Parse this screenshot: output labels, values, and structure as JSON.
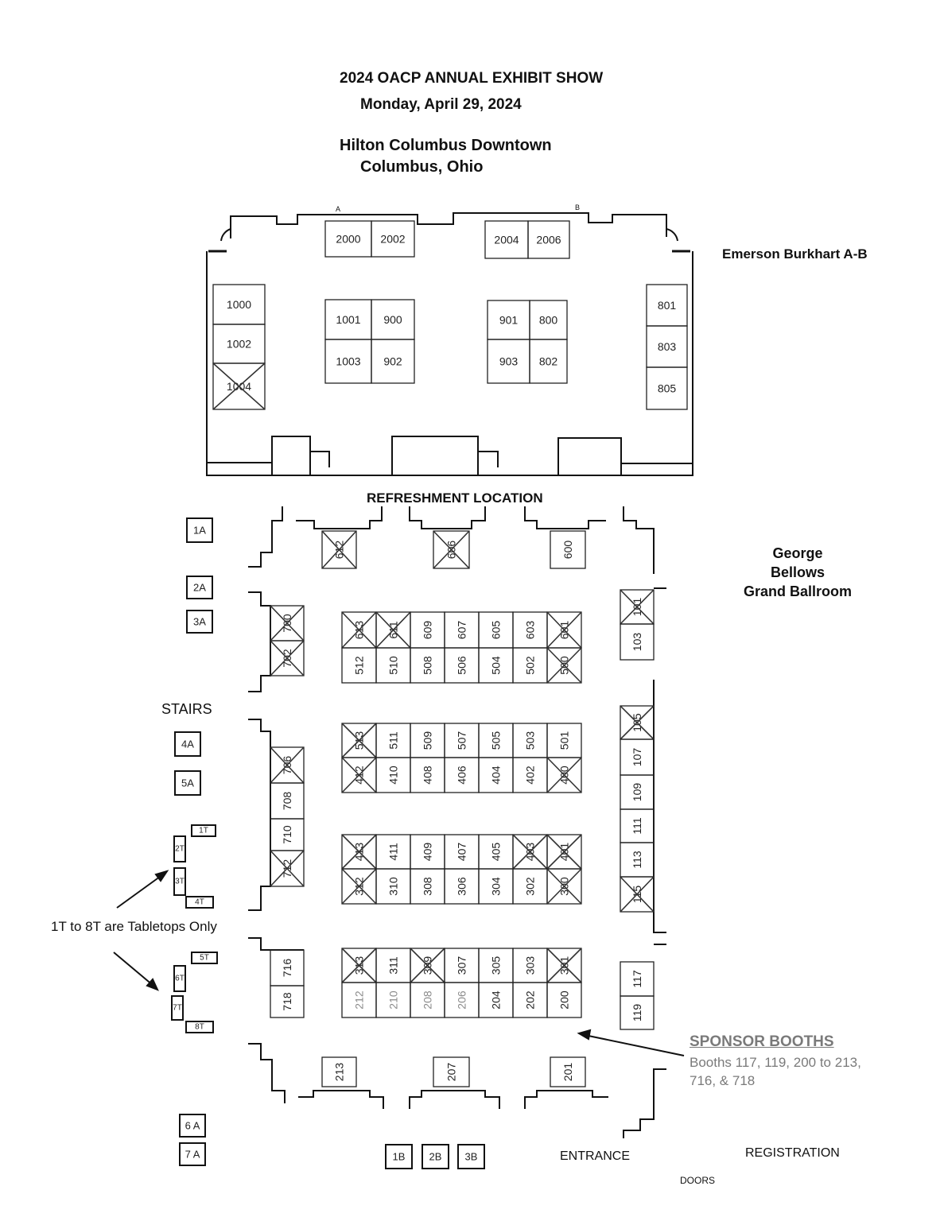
{
  "header": {
    "title": "2024 OACP ANNUAL EXHIBIT SHOW",
    "date": "Monday, April 29, 2024",
    "venue": "Hilton Columbus Downtown",
    "city": "Columbus, Ohio"
  },
  "rooms": {
    "upper": "Emerson Burkhart A-B",
    "upper_marks": [
      "A",
      "B"
    ],
    "lower_line1": "George",
    "lower_line2": "Bellows",
    "lower_line3": "Grand Ballroom",
    "refreshment": "REFRESHMENT LOCATION"
  },
  "labels": {
    "stairs": "STAIRS",
    "tabletops_note": "1T to 8T are Tabletops Only",
    "entrance": "ENTRANCE",
    "registration": "REGISTRATION",
    "doors": "DOORS"
  },
  "sponsor": {
    "title": "SPONSOR BOOTHS",
    "line1": "Booths 117, 119, 200 to 213,",
    "line2": "716, & 718",
    "color": "#7a7a7a"
  },
  "booths": [
    {
      "id": "2000"
    },
    {
      "id": "2002"
    },
    {
      "id": "2004"
    },
    {
      "id": "2006"
    },
    {
      "id": "1000"
    },
    {
      "id": "1002"
    },
    {
      "id": "1004",
      "taken": true
    },
    {
      "id": "1001"
    },
    {
      "id": "900"
    },
    {
      "id": "1003"
    },
    {
      "id": "902"
    },
    {
      "id": "901"
    },
    {
      "id": "800"
    },
    {
      "id": "903"
    },
    {
      "id": "802"
    },
    {
      "id": "801"
    },
    {
      "id": "803"
    },
    {
      "id": "805"
    },
    {
      "id": "612",
      "taken": true
    },
    {
      "id": "606",
      "taken": true
    },
    {
      "id": "600"
    },
    {
      "id": "613",
      "taken": true
    },
    {
      "id": "611",
      "taken": true
    },
    {
      "id": "609"
    },
    {
      "id": "607"
    },
    {
      "id": "605"
    },
    {
      "id": "603"
    },
    {
      "id": "601",
      "taken": true
    },
    {
      "id": "512"
    },
    {
      "id": "510"
    },
    {
      "id": "508"
    },
    {
      "id": "506"
    },
    {
      "id": "504"
    },
    {
      "id": "502"
    },
    {
      "id": "500",
      "taken": true
    },
    {
      "id": "513",
      "taken": true
    },
    {
      "id": "511"
    },
    {
      "id": "509"
    },
    {
      "id": "507"
    },
    {
      "id": "505"
    },
    {
      "id": "503"
    },
    {
      "id": "501"
    },
    {
      "id": "412",
      "taken": true
    },
    {
      "id": "410"
    },
    {
      "id": "408"
    },
    {
      "id": "406"
    },
    {
      "id": "404"
    },
    {
      "id": "402"
    },
    {
      "id": "400",
      "taken": true
    },
    {
      "id": "413",
      "taken": true
    },
    {
      "id": "411"
    },
    {
      "id": "409"
    },
    {
      "id": "407"
    },
    {
      "id": "405"
    },
    {
      "id": "403",
      "taken": true
    },
    {
      "id": "401",
      "taken": true
    },
    {
      "id": "312",
      "taken": true
    },
    {
      "id": "310"
    },
    {
      "id": "308"
    },
    {
      "id": "306"
    },
    {
      "id": "304"
    },
    {
      "id": "302"
    },
    {
      "id": "300",
      "taken": true
    },
    {
      "id": "313",
      "taken": true
    },
    {
      "id": "311"
    },
    {
      "id": "309",
      "taken": true
    },
    {
      "id": "307"
    },
    {
      "id": "305"
    },
    {
      "id": "303"
    },
    {
      "id": "301",
      "taken": true
    },
    {
      "id": "212",
      "sponsor": true
    },
    {
      "id": "210",
      "sponsor": true
    },
    {
      "id": "208",
      "sponsor": true
    },
    {
      "id": "206",
      "sponsor": true
    },
    {
      "id": "204",
      "sponsor": true
    },
    {
      "id": "202",
      "sponsor": true
    },
    {
      "id": "200",
      "sponsor": true
    },
    {
      "id": "700",
      "taken": true
    },
    {
      "id": "702",
      "taken": true
    },
    {
      "id": "706",
      "taken": true
    },
    {
      "id": "708"
    },
    {
      "id": "710"
    },
    {
      "id": "712",
      "taken": true
    },
    {
      "id": "716",
      "sponsor": true
    },
    {
      "id": "718",
      "sponsor": true
    },
    {
      "id": "101",
      "taken": true
    },
    {
      "id": "103"
    },
    {
      "id": "105",
      "taken": true
    },
    {
      "id": "107"
    },
    {
      "id": "109"
    },
    {
      "id": "111"
    },
    {
      "id": "113"
    },
    {
      "id": "115",
      "taken": true
    },
    {
      "id": "117",
      "sponsor": true
    },
    {
      "id": "119",
      "sponsor": true
    },
    {
      "id": "213",
      "sponsor": true
    },
    {
      "id": "207",
      "sponsor": true
    },
    {
      "id": "201",
      "sponsor": true
    }
  ],
  "tables": [
    "1A",
    "2A",
    "3A",
    "4A",
    "5A",
    "6 A",
    "7 A",
    "1B",
    "2B",
    "3B",
    "1T",
    "2T",
    "3T",
    "4T",
    "5T",
    "6T",
    "7T",
    "8T"
  ]
}
